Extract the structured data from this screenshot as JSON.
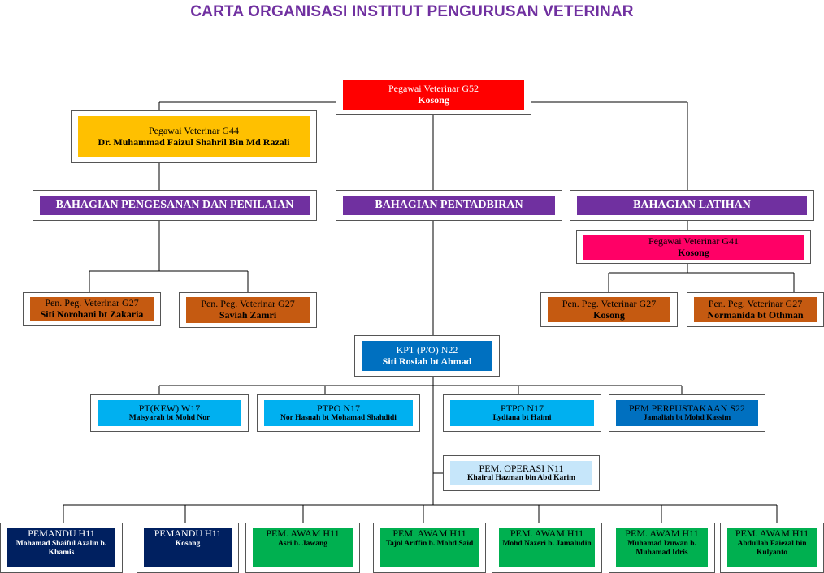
{
  "title": "CARTA ORGANISASI INSTITUT PENGURUSAN VETERINAR",
  "colors": {
    "title": "#7030a0",
    "red": "#ff0000",
    "gold": "#ffc000",
    "purple": "#7030a0",
    "magenta": "#ff0066",
    "brown": "#c55a11",
    "mid_blue": "#0070c0",
    "light_blue": "#00b0f0",
    "pale_blue": "#c6e6fa",
    "navy": "#002060",
    "green": "#00b050"
  },
  "top": {
    "title": "Pegawai Veterinar G52",
    "name": "Kosong"
  },
  "g44": {
    "title": "Pegawai Veterinar G44",
    "name": "Dr. Muhammad Faizul Shahril Bin Md Razali"
  },
  "sections": {
    "pengesanan": "BAHAGIAN PENGESANAN DAN PENILAIAN",
    "pentadbiran": "BAHAGIAN PENTADBIRAN",
    "latihan": "BAHAGIAN LATIHAN"
  },
  "g41": {
    "title": "Pegawai Veterinar G41",
    "name": "Kosong"
  },
  "g27": [
    {
      "title": "Pen. Peg. Veterinar G27",
      "name": "Siti Norohani bt Zakaria"
    },
    {
      "title": "Pen. Peg. Veterinar G27",
      "name": "Saviah Zamri"
    },
    {
      "title": "Pen. Peg. Veterinar G27",
      "name": "Kosong"
    },
    {
      "title": "Pen. Peg. Veterinar G27",
      "name": "Normanida bt Othman"
    }
  ],
  "kpt": {
    "title": "KPT (P/O) N22",
    "name": "Siti Rosiah bt Ahmad"
  },
  "row4": [
    {
      "title": "PT(KEW) W17",
      "name": "Maisyarah bt Mohd Nor"
    },
    {
      "title": "PTPO N17",
      "name": "Nor Hasnah bt Mohamad Shahdidi"
    },
    {
      "title": "PTPO N17",
      "name": "Lydiana bt Haimi"
    },
    {
      "title": "PEM PERPUSTAKAAN S22",
      "name": "Jamaliah bt Mohd Kassim"
    }
  ],
  "operasi": {
    "title": "PEM. OPERASI N11",
    "name": "Khairul Hazman bin Abd Karim"
  },
  "row6": [
    {
      "title": "PEMANDU  H11",
      "name": "Mohamad Shaiful Azalin b. Khamis"
    },
    {
      "title": "PEMANDU  H11",
      "name": "Kosong"
    },
    {
      "title": "PEM. AWAM H11",
      "name": "Asri b. Jawang"
    },
    {
      "title": "PEM. AWAM H11",
      "name": "Tajol Ariffin b. Mohd Said"
    },
    {
      "title": "PEM. AWAM H11",
      "name": "Mohd Nazeri b. Jamaludin"
    },
    {
      "title": "PEM. AWAM H11",
      "name": "Muhamad Izuwan b. Muhamad Idris"
    },
    {
      "title": "PEM. AWAM H11",
      "name": "Abdullah Faiezal bin Kulyanto"
    }
  ]
}
